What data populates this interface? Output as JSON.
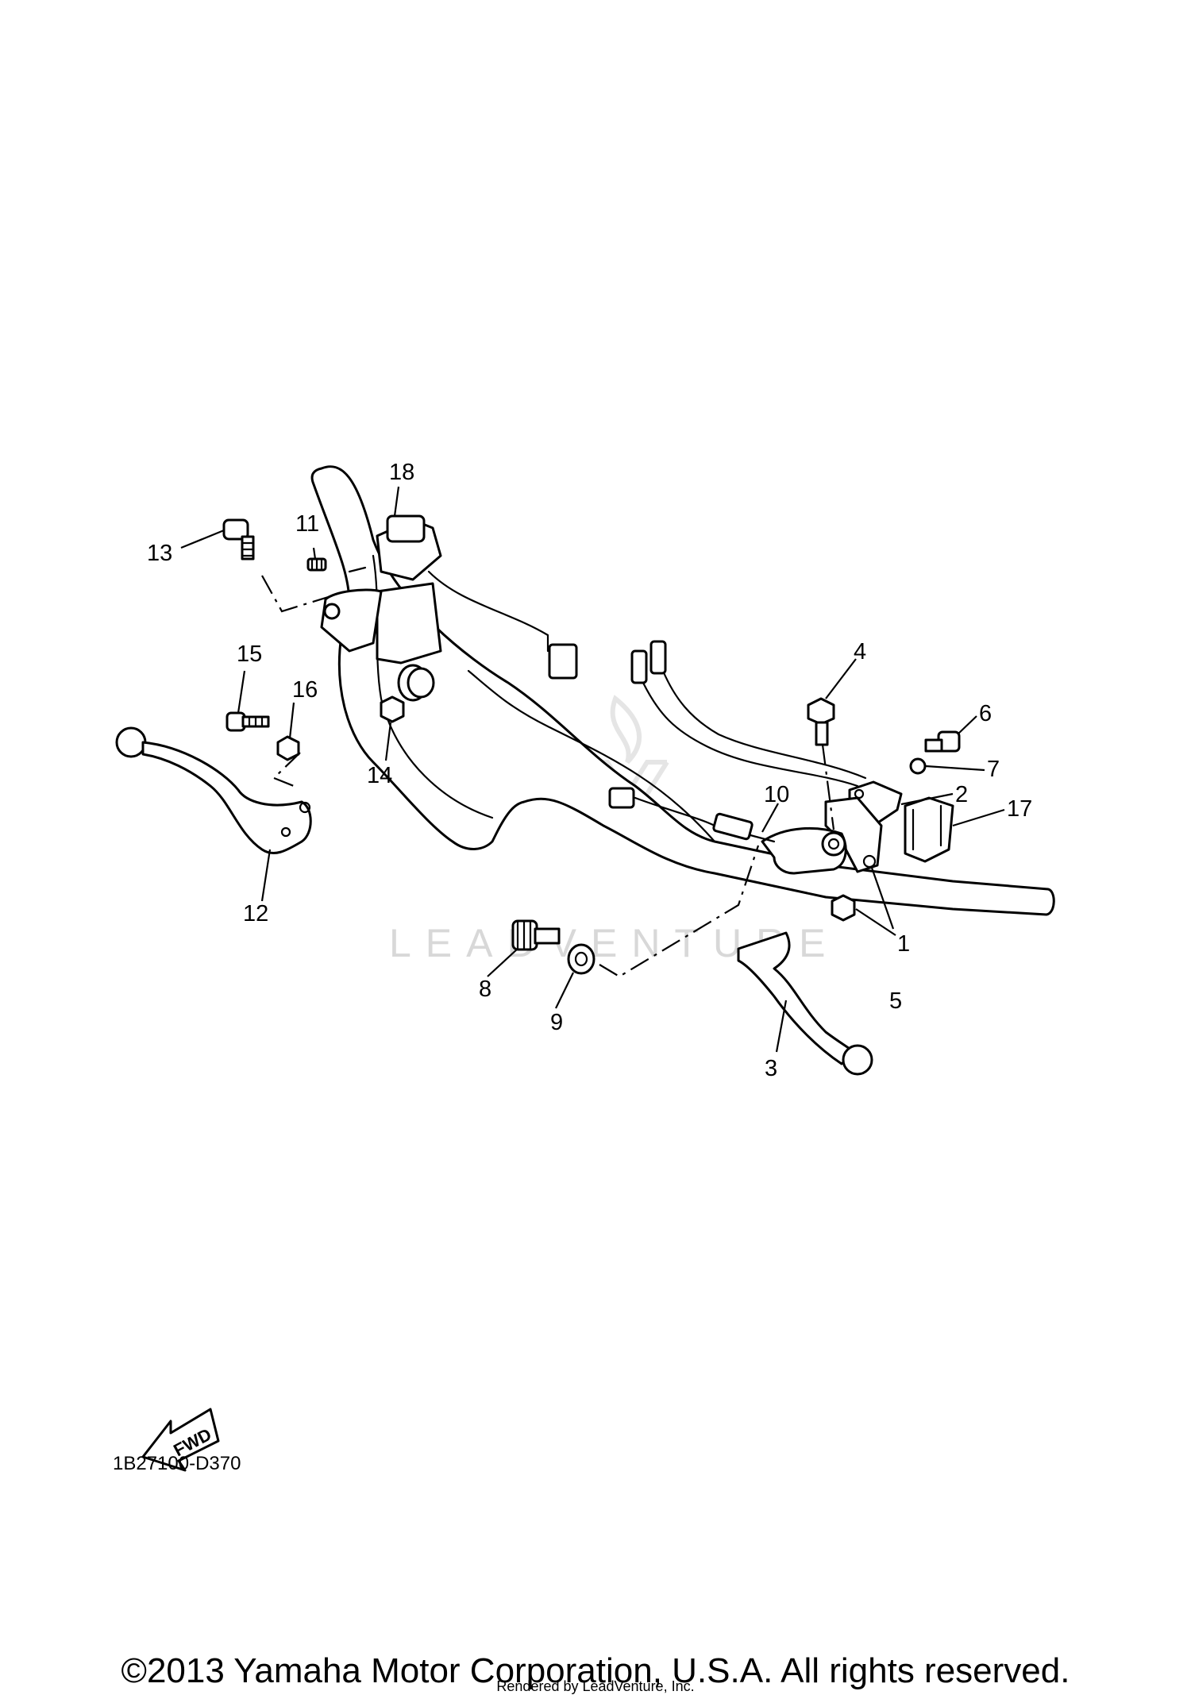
{
  "callouts": {
    "c1": "1",
    "c2": "2",
    "c3": "3",
    "c4": "4",
    "c5": "5",
    "c6": "6",
    "c7": "7",
    "c8": "8",
    "c9": "9",
    "c10": "10",
    "c11": "11",
    "c12": "12",
    "c13": "13",
    "c14": "14",
    "c15": "15",
    "c16": "16",
    "c17": "17",
    "c18": "18"
  },
  "fwd_label": "FWD",
  "watermark": "LEADVENTURE",
  "diagram_code": "1B27100-D370",
  "copyright": "©2013 Yamaha Motor Corporation, U.S.A. All rights reserved.",
  "rendered_by": "Rendered by LeadVenture, Inc."
}
